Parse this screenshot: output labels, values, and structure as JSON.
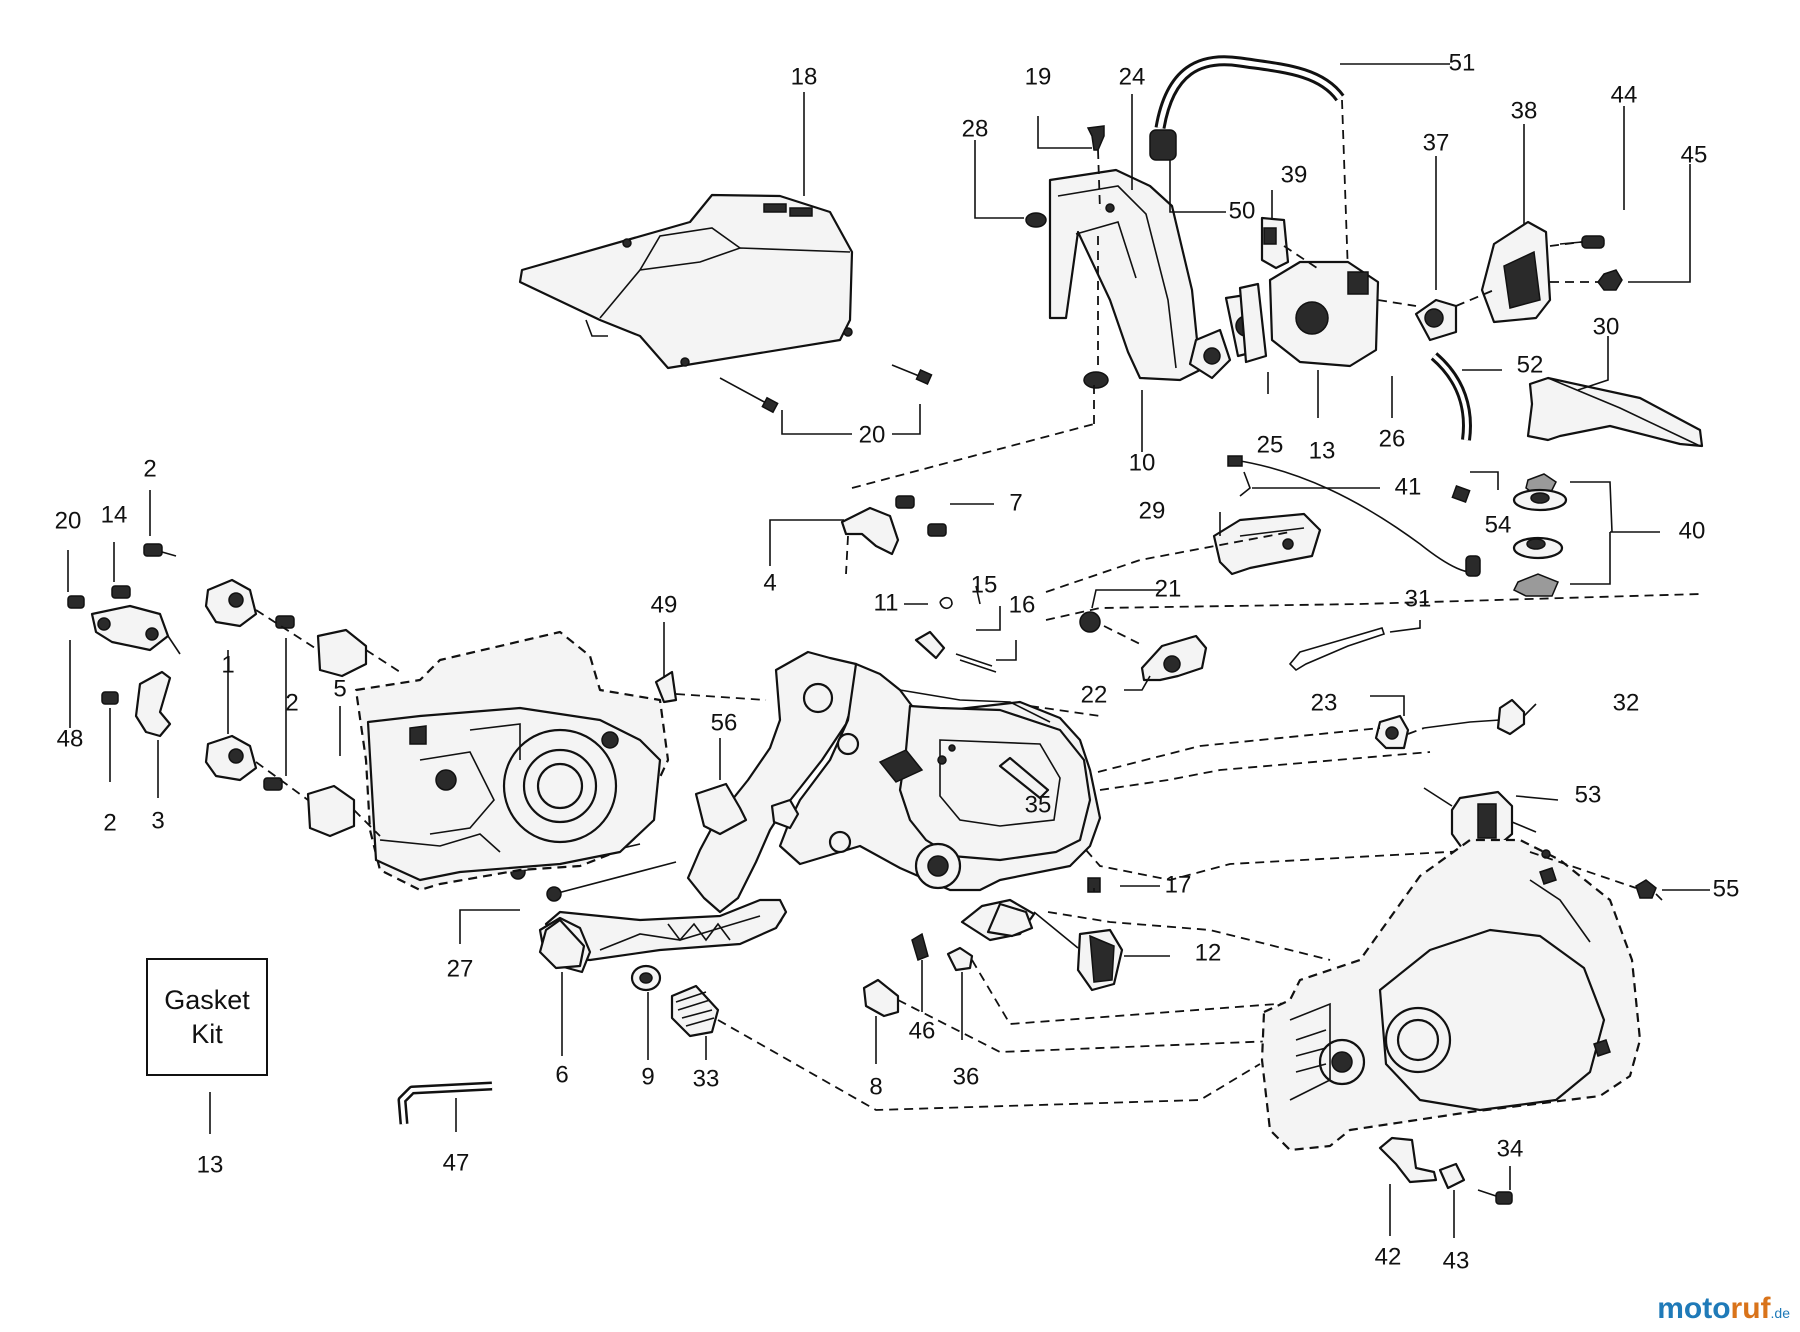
{
  "callouts": [
    "18",
    "19",
    "24",
    "51",
    "28",
    "50",
    "39",
    "37",
    "38",
    "44",
    "45",
    "20",
    "30",
    "52",
    "25",
    "13",
    "26",
    "10",
    "41",
    "54",
    "40",
    "7",
    "29",
    "4",
    "2",
    "20",
    "14",
    "21",
    "31",
    "49",
    "15",
    "16",
    "11",
    "1",
    "22",
    "2",
    "5",
    "56",
    "23",
    "32",
    "48",
    "35",
    "53",
    "2",
    "3",
    "17",
    "55",
    "27",
    "12",
    "6",
    "9",
    "33",
    "8",
    "46",
    "36",
    "13",
    "47",
    "34",
    "42",
    "43"
  ],
  "gasket_kit": {
    "line1": "Gasket",
    "line2": "Kit"
  },
  "watermark": {
    "brand_a": "moto",
    "brand_b": "ruf",
    "suffix": ".de"
  },
  "colors": {
    "ink": "#111111",
    "background": "#ffffff",
    "watermark_blue": "#1f7ab8",
    "watermark_orange": "#d9731a"
  }
}
